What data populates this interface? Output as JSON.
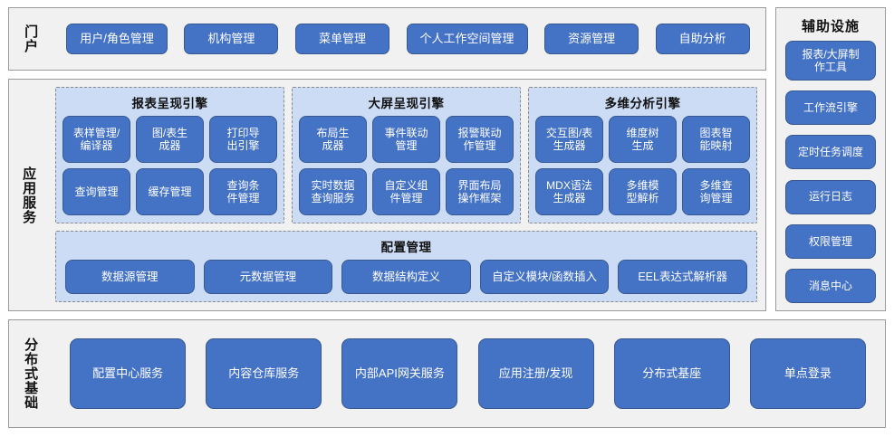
{
  "portal": {
    "label": "门户",
    "items": [
      {
        "label": "用户/角色管理"
      },
      {
        "label": "机构管理"
      },
      {
        "label": "菜单管理"
      },
      {
        "label": "个人工作空间管理"
      },
      {
        "label": "资源管理"
      },
      {
        "label": "自助分析"
      }
    ]
  },
  "app_services": {
    "label": "应用服务",
    "engines": [
      {
        "title": "报表呈现引擎",
        "items": [
          {
            "label": "表样管理/\n编译器"
          },
          {
            "label": "图/表生\n成器"
          },
          {
            "label": "打印导\n出引擎"
          },
          {
            "label": "查询管理"
          },
          {
            "label": "缓存管理"
          },
          {
            "label": "查询条\n件管理"
          }
        ]
      },
      {
        "title": "大屏呈现引擎",
        "items": [
          {
            "label": "布局生\n成器"
          },
          {
            "label": "事件联动\n管理"
          },
          {
            "label": "报警联动\n作管理"
          },
          {
            "label": "实时数据\n查询服务"
          },
          {
            "label": "自定义组\n件管理"
          },
          {
            "label": "界面布局\n操作框架"
          }
        ]
      },
      {
        "title": "多维分析引擎",
        "items": [
          {
            "label": "交互图/表\n生成器"
          },
          {
            "label": "维度树\n生成"
          },
          {
            "label": "图表智\n能映射"
          },
          {
            "label": "MDX语法\n生成器"
          },
          {
            "label": "多维模\n型解析"
          },
          {
            "label": "多维查\n询管理"
          }
        ]
      }
    ],
    "config": {
      "title": "配置管理",
      "items": [
        {
          "label": "数据源管理"
        },
        {
          "label": "元数据管理"
        },
        {
          "label": "数据结构定义"
        },
        {
          "label": "自定义模块/函数插入"
        },
        {
          "label": "EEL表达式解析器"
        }
      ]
    }
  },
  "aux": {
    "title": "辅助设施",
    "items": [
      {
        "label": "报表/大屏制\n作工具",
        "tall": true
      },
      {
        "label": "工作流引擎",
        "tall": false
      },
      {
        "label": "定时任务调度",
        "tall": false
      },
      {
        "label": "运行日志",
        "tall": false
      },
      {
        "label": "权限管理",
        "tall": false
      },
      {
        "label": "消息中心",
        "tall": false
      }
    ]
  },
  "distributed_base": {
    "label": "分布式基础",
    "items": [
      {
        "label": "配置中心服务"
      },
      {
        "label": "内容仓库服务"
      },
      {
        "label": "内部API网关服务"
      },
      {
        "label": "应用注册/发现"
      },
      {
        "label": "分布式基座"
      },
      {
        "label": "单点登录"
      }
    ]
  },
  "colors": {
    "button": "#4472c4",
    "button_border": "#37598f",
    "panel_bg": "#f1f1f1",
    "panel_border": "#9a9a9a",
    "group_bg": "#ccdcf5",
    "group_border": "#8a8a8a",
    "text_dark": "#111111",
    "text_light": "#ffffff"
  }
}
